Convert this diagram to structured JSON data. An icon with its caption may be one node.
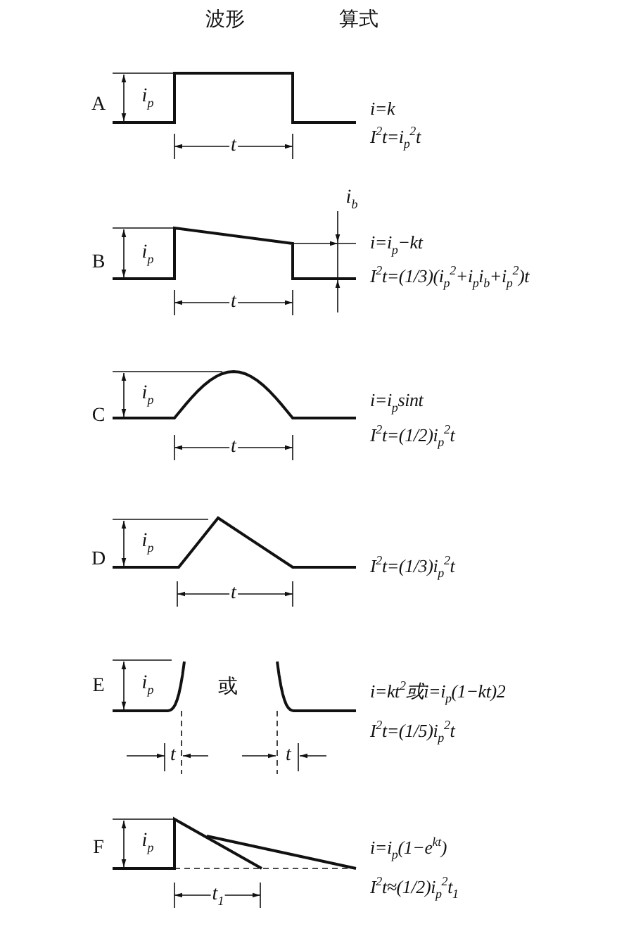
{
  "diagram": {
    "labels": [
      "波形",
      "算式",
      "A",
      "i$_{p}$",
      "t",
      "i=k",
      "I$^{2}$t=i$_{p}$$^{2}$t",
      "B",
      "i$_{b}$",
      "i$_{p}$",
      "t",
      "i=i$_{p}$−kt",
      "I$^{2}$t=(1/3)(i$_{p}$$^{2}$+i$_{p}$i$_{b}$+i$_{p}$$^{2}$)t",
      "C",
      "i$_{p}$",
      "t",
      "i=i$_{p}$sint",
      "I$^{2}$t=(1/2)i$_{p}$$^{2}$t",
      "D",
      "i$_{p}$",
      "t",
      "I$^{2}$t=(1/3)i$_{p}$$^{2}$t",
      "E",
      "i$_{p}$",
      "或",
      "t",
      "t",
      "i=kt$^{2}$或i=i$_{p}$(1−kt)2",
      "I$^{2}$t=(1/5)i$_{p}$$^{2}$t",
      "F",
      "i$_{p}$",
      "t$_{1}$",
      "i=i$_{p}$(1−e$^{kt}$)",
      "I$^{2}$t≈(1/2)i$_{p}$$^{2}$t$_{1}$"
    ]
  }
}
